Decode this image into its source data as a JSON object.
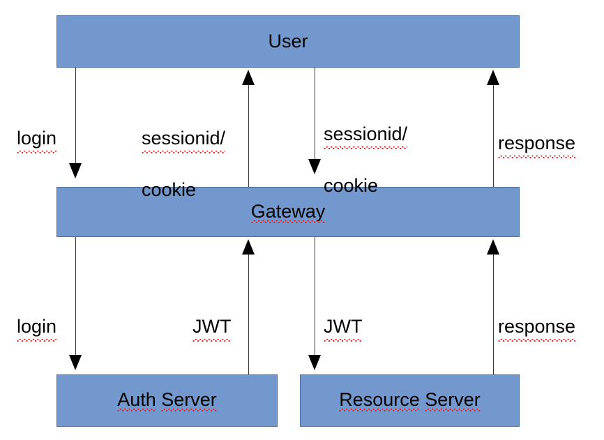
{
  "diagram": {
    "title": "Authentication flow: User / Gateway / Auth Server / Resource Server",
    "colors": {
      "node_fill": "#7298CD",
      "node_border": "#4A6F9E",
      "arrow": "#000000",
      "text": "#000000",
      "spellcheck_underline": "#E02020",
      "background": "#FFFFFF"
    },
    "nodes": [
      {
        "id": "user",
        "label": "User"
      },
      {
        "id": "gateway",
        "label": "Gateway"
      },
      {
        "id": "auth-server",
        "label": "Auth Server"
      },
      {
        "id": "resource-server",
        "label": "Resource Server"
      }
    ],
    "edges": [
      {
        "id": "user-to-gateway-login",
        "from": "user",
        "to": "gateway",
        "direction": "down",
        "label_lines": [
          "login"
        ]
      },
      {
        "id": "gateway-to-user-session",
        "from": "gateway",
        "to": "user",
        "direction": "up",
        "label_lines": [
          "sessionid/",
          "cookie"
        ]
      },
      {
        "id": "user-to-gateway-session",
        "from": "user",
        "to": "gateway",
        "direction": "down",
        "label_lines": [
          "sessionid/",
          "cookie"
        ]
      },
      {
        "id": "gateway-to-user-response",
        "from": "gateway",
        "to": "user",
        "direction": "up",
        "label_lines": [
          "response"
        ]
      },
      {
        "id": "gateway-to-auth-login",
        "from": "gateway",
        "to": "auth-server",
        "direction": "down",
        "label_lines": [
          "login"
        ]
      },
      {
        "id": "auth-to-gateway-jwt",
        "from": "auth-server",
        "to": "gateway",
        "direction": "up",
        "label_lines": [
          "JWT"
        ]
      },
      {
        "id": "gateway-to-resource-jwt",
        "from": "gateway",
        "to": "resource-server",
        "direction": "down",
        "label_lines": [
          "JWT"
        ]
      },
      {
        "id": "resource-to-gateway-response",
        "from": "resource-server",
        "to": "gateway",
        "direction": "up",
        "label_lines": [
          "response"
        ]
      }
    ]
  }
}
